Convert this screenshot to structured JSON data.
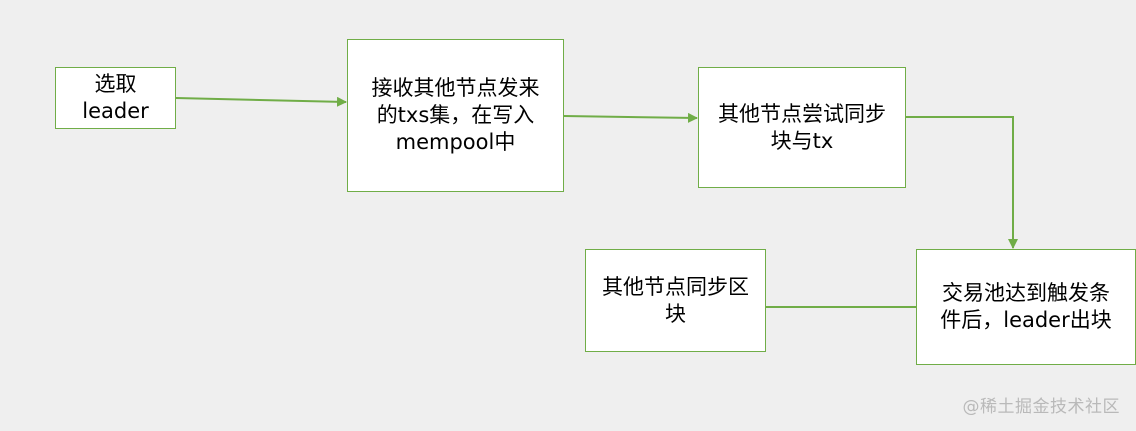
{
  "diagram": {
    "line_color": "#70ad47",
    "nodes": {
      "select_leader": {
        "label": "选取\nleader"
      },
      "receive_txs": {
        "label": "接收其他节点发来\n的txs集，在写入\nmempool中"
      },
      "try_sync": {
        "label": "其他节点尝试同步\n块与tx"
      },
      "trigger_block": {
        "label": "交易池达到触发条\n件后，leader出块"
      },
      "sync_block": {
        "label": "其他节点同步区\n块"
      }
    }
  },
  "watermark": {
    "text": "@稀土掘金技术社区"
  }
}
